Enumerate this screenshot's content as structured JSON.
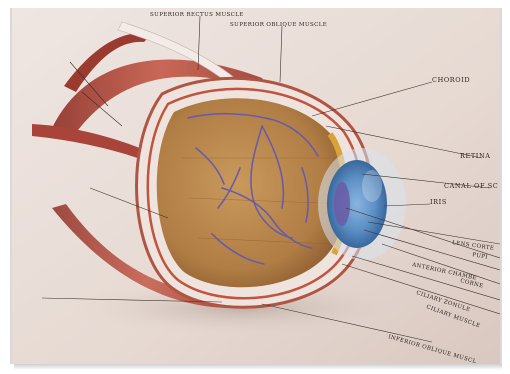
{
  "labels": {
    "superior_rectus": "SUPERIOR RECTUS MUSCLE",
    "superior_oblique": "SUPERIOR OBLIQUE MUSCLE",
    "choroid": "CHOROID",
    "retina": "RETINA",
    "canal_of_schlemm": "CANAL OF SC",
    "iris": "IRIS",
    "lens_cortex": "LENS CORTE",
    "pupil": "PUPI",
    "anterior_chamber": "ANTERIOR CHAMBE",
    "cornea": "CORNE",
    "ciliary_zonule": "CILIARY ZONULE",
    "ciliary_muscle": "CILIARY MUSCLE",
    "inferior_oblique": "INFERIOR OBLIQUE MUSCL"
  },
  "colors": {
    "background": "#e8dcd6",
    "muscle": "#b24a3c",
    "sclera": "#efe3de",
    "interior": "#b8874c",
    "iris": "#5c8fc4",
    "vessel": "#6a5ba8"
  }
}
